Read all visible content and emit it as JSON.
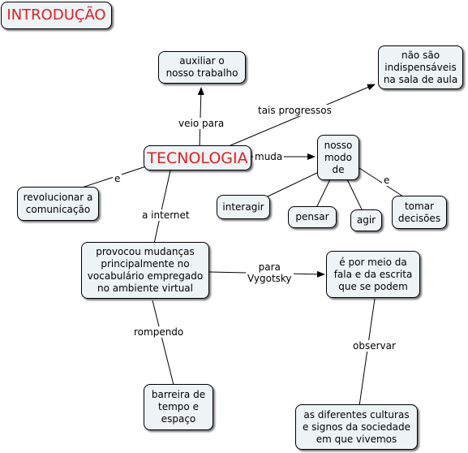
{
  "title": "INTRODUÇÃO",
  "nodes": {
    "tecnologia": "TECNOLOGIA",
    "auxiliar": "auxiliar o\nnosso trabalho",
    "nao_sao": "não são\nindispensáveis\nna sala de aula",
    "revolucionar": "revolucionar a\ncomunicação",
    "nosso_modo": "nosso\nmodo\nde",
    "interagir": "interagir",
    "pensar": "pensar",
    "agir": "agir",
    "tomar": "tomar\ndecisões",
    "provocou": "provocou mudanças\nprincipalmente no\nvocabulário empregado\nno ambiente virtual",
    "fala": "é por meio da\nfala e da escrita\nque se podem",
    "barreira": "barreira de\ntempo e\nespaço",
    "culturas": "as diferentes culturas\ne signos da sociedade\nem que vivemos"
  },
  "links": {
    "veio_para": "veio para",
    "tais_progressos": "tais progressos",
    "muda": "muda",
    "e_left": "e",
    "a_internet": "a internet",
    "e_right": "e",
    "para_vygotsky": "para\nVygotsky",
    "rompendo": "rompendo",
    "observar": "observar"
  }
}
